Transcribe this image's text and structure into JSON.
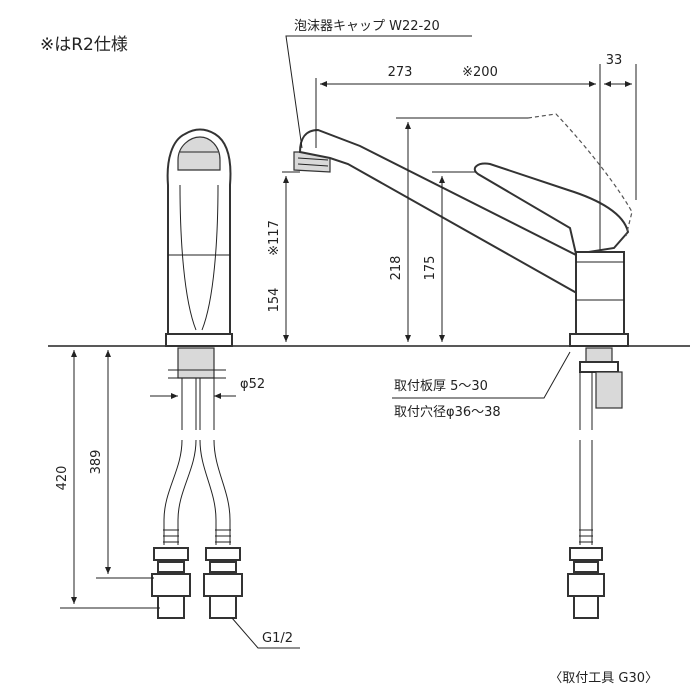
{
  "note": "※はR2仕様",
  "labels": {
    "aerator_cap": "泡沫器キャップ W22-20",
    "mount_thickness": "取付板厚 5～30",
    "mount_hole": "取付穴径φ36～38",
    "hose_thread": "G1/2",
    "pipe_diameter": "φ52",
    "tool": "〈取付工具 G30〉"
  },
  "dimensions": {
    "spout_reach": "273",
    "spout_reach_r2": "※200",
    "lever_offset": "33",
    "total_height": "218",
    "lever_height": "175",
    "spout_height": "154",
    "spout_height_r2": "※117",
    "hose_length": "420",
    "hose_length_inner": "389"
  }
}
